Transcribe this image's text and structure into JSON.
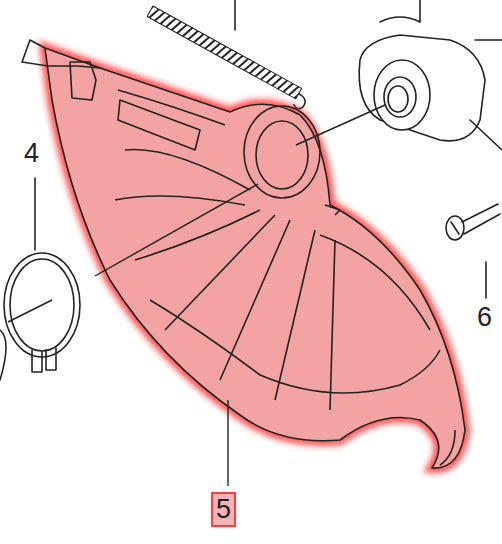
{
  "diagram": {
    "labels": [
      "4",
      "5",
      "6"
    ]
  }
}
